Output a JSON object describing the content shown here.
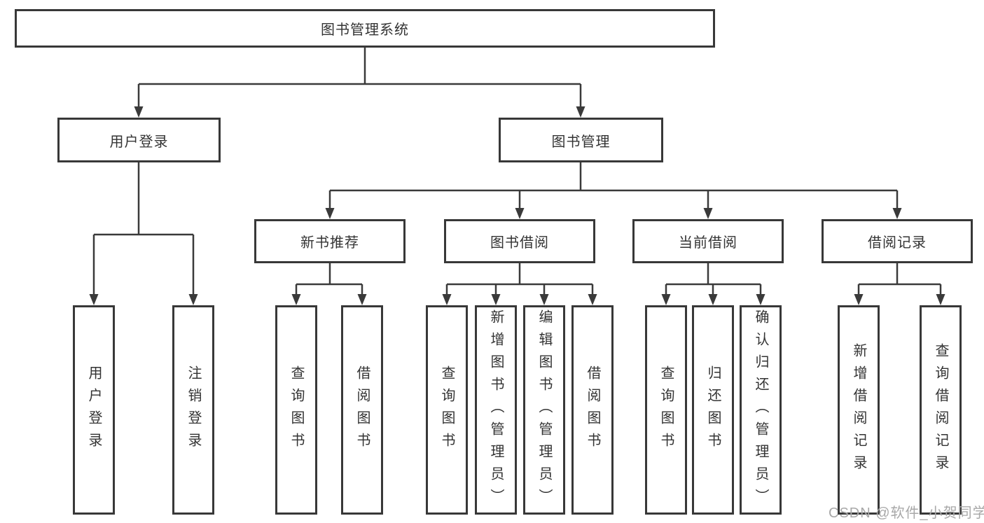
{
  "diagram": {
    "root": "图书管理系统",
    "level2": [
      "用户登录",
      "图书管理"
    ],
    "level3": [
      "新书推荐",
      "图书借阅",
      "当前借阅",
      "借阅记录"
    ],
    "level4": [
      "用户登录",
      "注销登录",
      "查询图书",
      "借阅图书",
      "查询图书",
      "新增图书（管理员）",
      "编辑图书（管理员）",
      "借阅图书",
      "查询图书",
      "归还图书",
      "确认归还（管理员）",
      "新增借阅记录",
      "查询借阅记录"
    ],
    "structure": {
      "图书管理系统": [
        "用户登录",
        "图书管理"
      ],
      "用户登录": [
        "用户登录",
        "注销登录"
      ],
      "图书管理": [
        "新书推荐",
        "图书借阅",
        "当前借阅",
        "借阅记录"
      ],
      "新书推荐": [
        "查询图书",
        "借阅图书"
      ],
      "图书借阅": [
        "查询图书",
        "新增图书（管理员）",
        "编辑图书（管理员）",
        "借阅图书"
      ],
      "当前借阅": [
        "查询图书",
        "归还图书",
        "确认归还（管理员）"
      ],
      "借阅记录": [
        "新增借阅记录",
        "查询借阅记录"
      ]
    }
  },
  "watermark": {
    "text": "CSDN @软件_小贺同学"
  },
  "colors": {
    "line": "#3a3a3a",
    "box_border": "#383838",
    "text": "#333333",
    "background": "#ffffff",
    "watermark": "#a8a8a8"
  }
}
